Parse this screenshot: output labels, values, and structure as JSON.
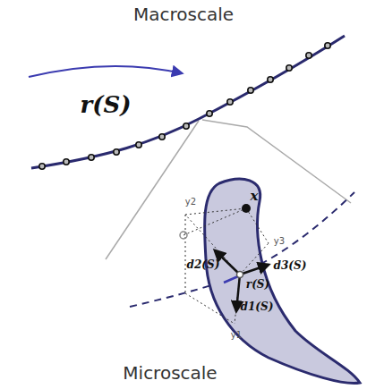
{
  "diagram": {
    "labels": [
      "Macroscale",
      "r(S)",
      "x",
      "y2",
      "y3",
      "d2(S)",
      "d3(S)",
      "r(S)",
      "d1(S)",
      "y1",
      "Microscale"
    ]
  }
}
